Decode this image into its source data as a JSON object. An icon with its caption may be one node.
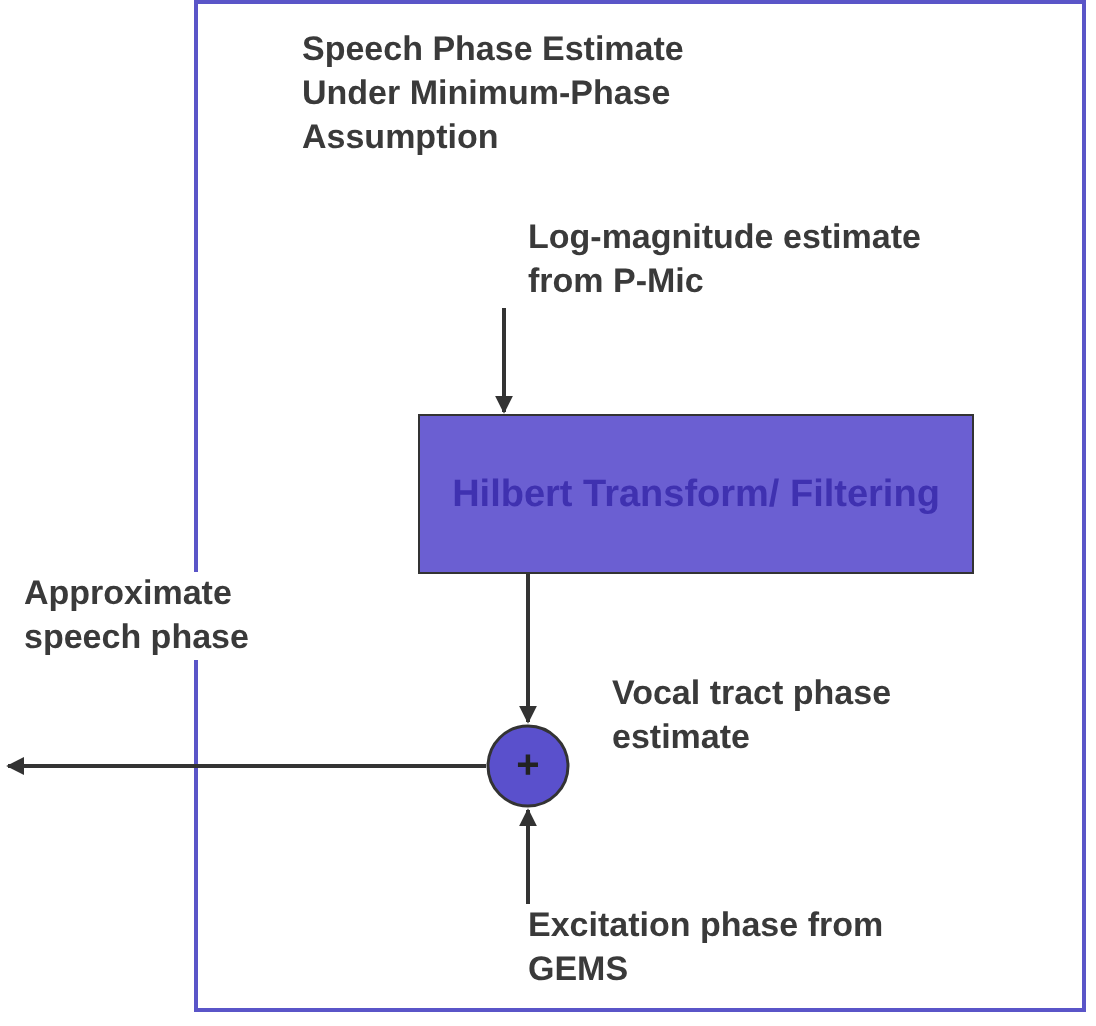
{
  "diagram": {
    "nodes": [
      {
        "text": [
          "Speech Phase Estimate Under Minimum-Phase Assumption"
        ]
      },
      {
        "text": [
          "Log-magnitude estimate from P-Mic"
        ],
        "in": 0
      },
      {
        "text": [
          "Hilbert Transform/ Filtering"
        ],
        "in": 0
      },
      {
        "text": [
          "+"
        ],
        "in": 0
      },
      {
        "text": [
          "Excitation phase from GEMS"
        ],
        "in": 0
      }
    ],
    "edges": [
      {
        "from": 1,
        "to": 2,
        "arrow": "to"
      },
      {
        "from": 2,
        "to": 3,
        "arrow": "to"
      },
      {
        "from": 4,
        "to": 3,
        "arrow": "to"
      },
      {
        "from": 3,
        "to": null,
        "arrow": "to"
      }
    ],
    "labels": [
      "Approximate speech phase",
      "Vocal tract phase estimate"
    ]
  }
}
